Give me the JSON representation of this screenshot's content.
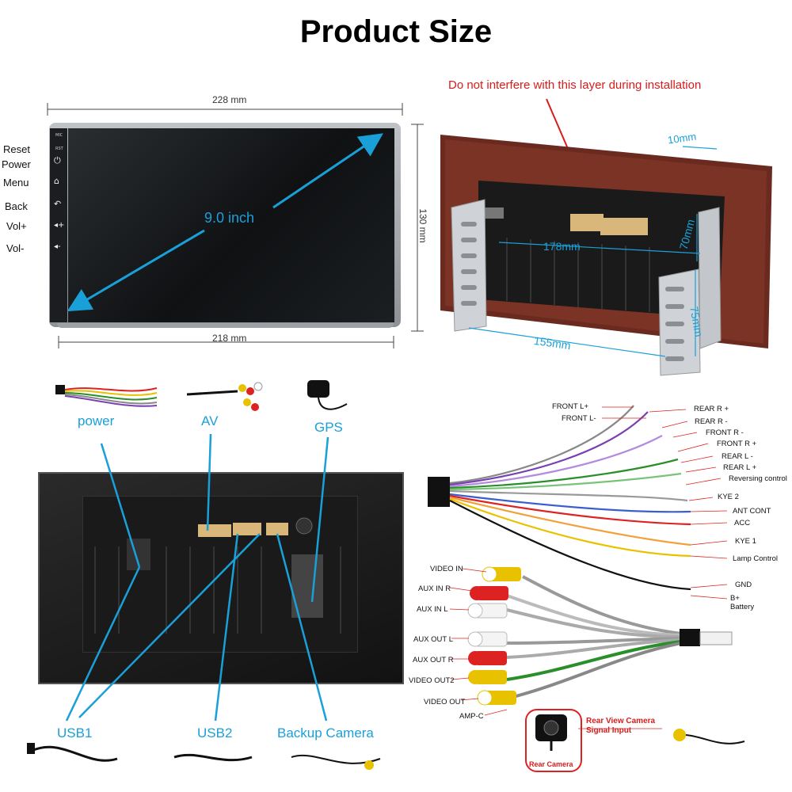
{
  "title": "Product Size",
  "screen": {
    "width_top": "228 mm",
    "width_bottom": "218 mm",
    "height": "130 mm",
    "diagonal": "9.0 inch",
    "mic_label": "MIC",
    "rst_label": "RST",
    "buttons": [
      "Reset",
      "Power",
      "Menu",
      "Back",
      "Vol+",
      "Vol-"
    ]
  },
  "frame": {
    "note": "Do not interfere with this layer during installation",
    "depth": "10mm",
    "box_width": "178mm",
    "box_height": "70mm",
    "bracket_width": "155mm",
    "bracket_height": "75mm"
  },
  "accessories": {
    "power": "power",
    "av": "AV",
    "gps": "GPS",
    "usb1": "USB1",
    "usb2": "USB2",
    "backup_camera": "Backup Camera"
  },
  "harness_labels": {
    "left": [
      "FRONT L+",
      "FRONT L-"
    ],
    "right": [
      "REAR R +",
      "REAR R -",
      "FRONT R -",
      "FRONT R +",
      "REAR L -",
      "REAR L +",
      "Reversing control",
      "KYE 2",
      "ANT CONT",
      "ACC",
      "KYE 1",
      "Lamp Control",
      "GND",
      "B+",
      "Battery"
    ]
  },
  "rca_labels": [
    "VIDEO IN",
    "AUX IN R",
    "AUX  IN L",
    "AUX OUT L",
    "AUX OUT R",
    "VIDEO OUT2",
    "VIDEO OUT",
    "AMP-C"
  ],
  "camera": {
    "signal_title": "Rear View Camera",
    "signal_sub": "Signal Input",
    "camera_label": "Rear Camera"
  },
  "colors": {
    "accent_cyan": "#1aa0d8",
    "note_red": "#d81c1c",
    "frame_brown": "#6b2a1f"
  }
}
